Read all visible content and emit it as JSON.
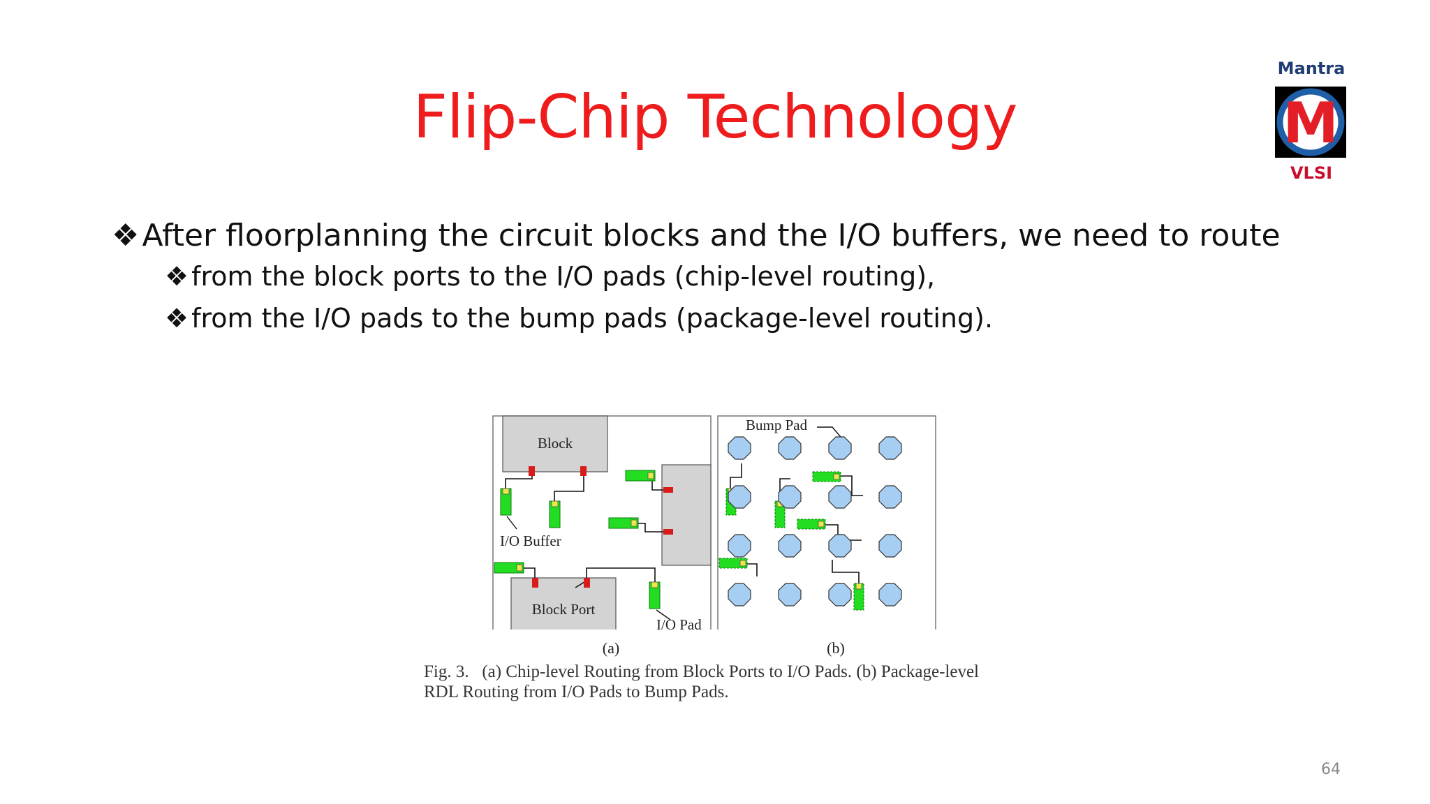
{
  "slide": {
    "title": "Flip-Chip Technology",
    "page_number": "64"
  },
  "logo": {
    "top_text": "Mantra",
    "bottom_text": "VLSI",
    "letter": "M",
    "colors": {
      "top": "#1f3d73",
      "ring": "#1f5fa8",
      "letter": "#e41e26",
      "bottom": "#c8102e"
    }
  },
  "bullets": {
    "main": "After floorplanning the circuit blocks and the I/O buffers, we need to route",
    "sub": [
      "from the block ports to the I/O pads (chip-level routing),",
      "from the I/O pads to the bump pads (package-level routing)."
    ]
  },
  "figure": {
    "panel_a": {
      "labels": {
        "block": "Block",
        "io_buffer": "I/O Buffer",
        "block_port": "Block Port",
        "io_pad": "I/O Pad"
      },
      "sublabel": "(a)"
    },
    "panel_b": {
      "labels": {
        "bump_pad": "Bump Pad"
      },
      "sublabel": "(b)"
    },
    "caption_line1": "Fig. 3.   (a) Chip-level Routing from Block Ports to I/O Pads. (b) Package-level",
    "caption_line2": "RDL Routing from I/O Pads to Bump Pads."
  },
  "colors": {
    "title": "#ee1c1c",
    "block_fill": "#d3d3d3",
    "io_buffer": "#22dd22",
    "io_pad": "#e8e84a",
    "block_port": "#d81b1b",
    "bump_pad": "#a6cdf2"
  },
  "icons": {
    "bullet": "diamond-bullet-icon"
  }
}
